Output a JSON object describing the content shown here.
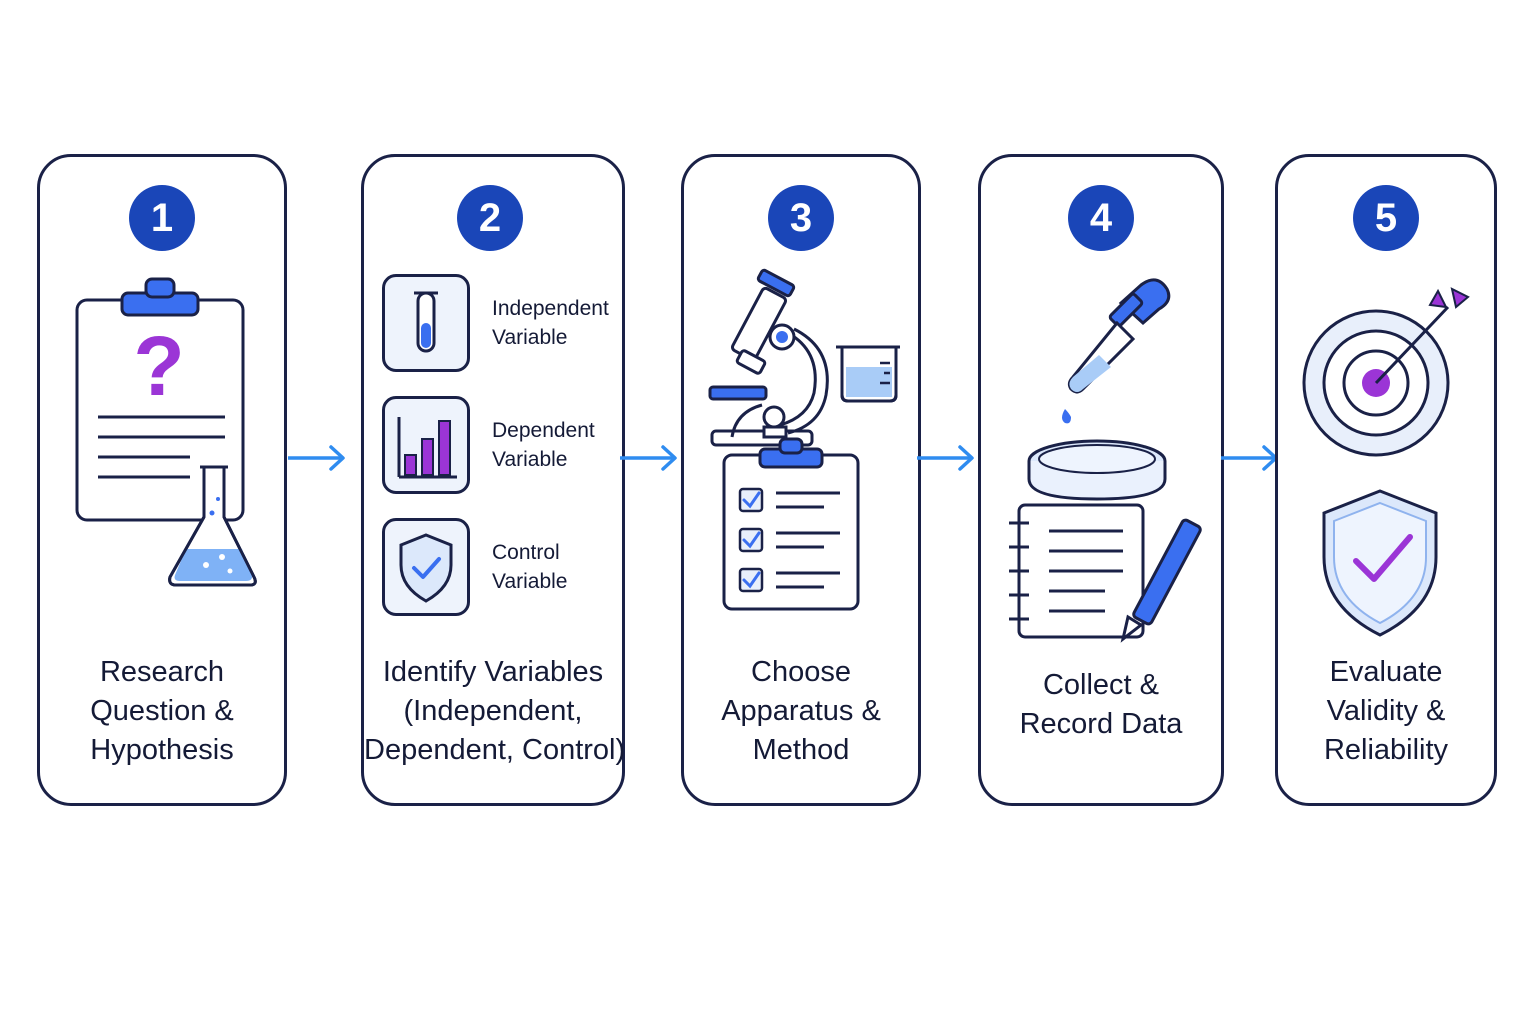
{
  "steps": [
    {
      "number": "1",
      "title_lines": [
        "Research",
        "Question &",
        "Hypothesis"
      ]
    },
    {
      "number": "2",
      "title_lines": [
        "Identify Variables",
        "(Independent,",
        "Dependent, Control)"
      ]
    },
    {
      "number": "3",
      "title_lines": [
        "Choose",
        "Apparatus &",
        "Method"
      ]
    },
    {
      "number": "4",
      "title_lines": [
        "Collect &",
        "Record Data"
      ]
    },
    {
      "number": "5",
      "title_lines": [
        "Evaluate",
        "Validity &",
        "Reliability"
      ]
    }
  ],
  "variables": [
    {
      "icon": "test-tube-icon",
      "label_lines": [
        "Independent",
        "Variable"
      ]
    },
    {
      "icon": "bar-chart-icon",
      "label_lines": [
        "Dependent",
        "Variable"
      ]
    },
    {
      "icon": "shield-check-icon",
      "label_lines": [
        "Control",
        "Variable"
      ]
    }
  ],
  "icons": {
    "step1": [
      "clipboard-icon",
      "question-mark-icon",
      "flask-icon"
    ],
    "step3": [
      "microscope-icon",
      "beaker-icon",
      "checklist-clipboard-icon"
    ],
    "step4": [
      "dropper-icon",
      "petri-dish-icon",
      "notebook-icon",
      "pen-icon"
    ],
    "step5": [
      "target-icon",
      "arrow-icon",
      "shield-check-icon"
    ]
  },
  "colors": {
    "navy": "#1a46b8",
    "outline": "#1a2147",
    "accent_blue": "#3a6ff0",
    "accent_purple": "#9b35d6",
    "light_fill": "#e8effb",
    "arrow": "#2f8cf0"
  }
}
